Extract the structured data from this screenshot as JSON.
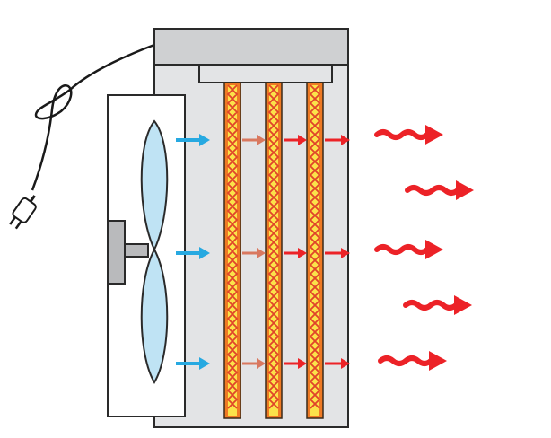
{
  "diagram": {
    "colors": {
      "housing": "#e3e4e6",
      "housing_stroke": "#2a2a2a",
      "top_cap": "#cfd0d2",
      "fan_blade": "#bfe3f4",
      "motor": "#b9babc",
      "element_outer": "#ef7a24",
      "element_inner": "#fbe24a",
      "element_zigzag": "#e0442a",
      "cold_air": "#27a9e1",
      "transfer_arrow": "#d9785f",
      "hot_air": "#ec2227",
      "cord": "#1a1a1a"
    },
    "icons": {
      "plug": "power-plug-icon",
      "fan": "fan-icon",
      "motor": "motor-icon",
      "heating_element": "heating-element-icon",
      "cold_arrow": "arrow-right-icon",
      "hot_arrow": "wavy-arrow-right-icon"
    },
    "counts": {
      "heating_elements": 3,
      "cold_air_arrows": 3,
      "hot_air_arrows": 5
    }
  }
}
